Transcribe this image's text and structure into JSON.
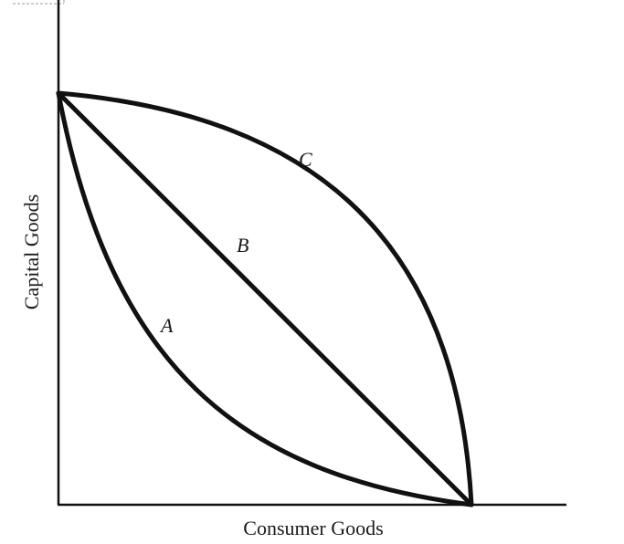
{
  "diagram": {
    "x_axis_label": "Consumer Goods",
    "y_axis_label": "Capital Goods",
    "curves": [
      {
        "id": "A",
        "label": "A",
        "shape": "convex"
      },
      {
        "id": "B",
        "label": "B",
        "shape": "straight"
      },
      {
        "id": "C",
        "label": "C",
        "shape": "concave"
      }
    ]
  }
}
